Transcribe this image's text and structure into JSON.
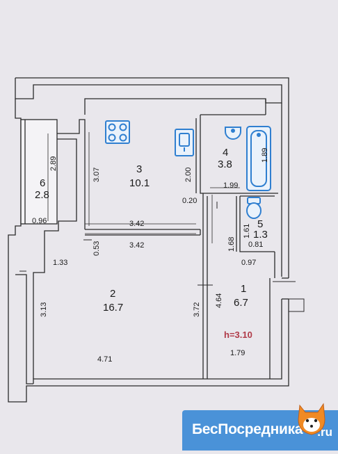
{
  "plan": {
    "rooms": [
      {
        "number": "1",
        "area": "6.7"
      },
      {
        "number": "2",
        "area": "16.7"
      },
      {
        "number": "3",
        "area": "10.1"
      },
      {
        "number": "4",
        "area": "3.8"
      },
      {
        "number": "5",
        "area": "1.3"
      },
      {
        "number": "6",
        "area": "2.8"
      }
    ],
    "dimensions": {
      "balcony_height": "2.89",
      "balcony_width": "0.96",
      "kitchen_height": "3.07",
      "kitchen_width": "3.42",
      "bath_height": "2.00",
      "bath_length": "1.89",
      "bath_width": "1.99",
      "partition": "0.20",
      "corridor_gap": "3.42",
      "door_width": "0.53",
      "wc_width": "0.81",
      "wc_depth_a": "1.61",
      "wc_depth_b": "1.68",
      "hall_gap": "0.97",
      "room_offset": "1.33",
      "room_height": "3.13",
      "room_width": "4.71",
      "room_side": "3.72",
      "hall_length": "4.64",
      "hall_width": "1.79"
    },
    "ceiling_height": "h=3.10",
    "colors": {
      "wall_fill": "#f4f3f6",
      "wall_stroke": "#2a2a2a",
      "fixture_blue": "#2f7fd0",
      "height_label": "#b03a48",
      "banner": "#4a92d8"
    }
  },
  "watermark": {
    "brand": "БесПосредника",
    "suffix": ".ru"
  }
}
